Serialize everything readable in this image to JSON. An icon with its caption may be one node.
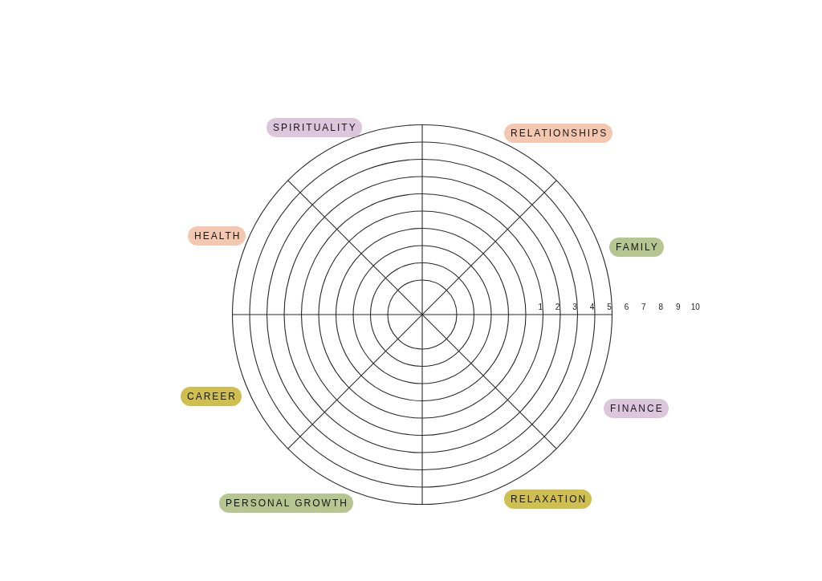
{
  "diagram": {
    "nodes": [
      {
        "text": [
          "SPIRITUALITY"
        ]
      },
      {
        "text": [
          "RELATIONSHIPS"
        ]
      },
      {
        "text": [
          "HEALTH"
        ]
      },
      {
        "text": [
          "FAMILY"
        ]
      },
      {
        "text": [
          "CAREER"
        ]
      },
      {
        "text": [
          "FINANCE"
        ]
      },
      {
        "text": [
          "PERSONAL GROWTH"
        ]
      },
      {
        "text": [
          "RELAXATION"
        ]
      }
    ],
    "labels": [
      "1",
      "2",
      "3",
      "4",
      "5",
      "6",
      "7",
      "8",
      "9",
      "10"
    ]
  }
}
